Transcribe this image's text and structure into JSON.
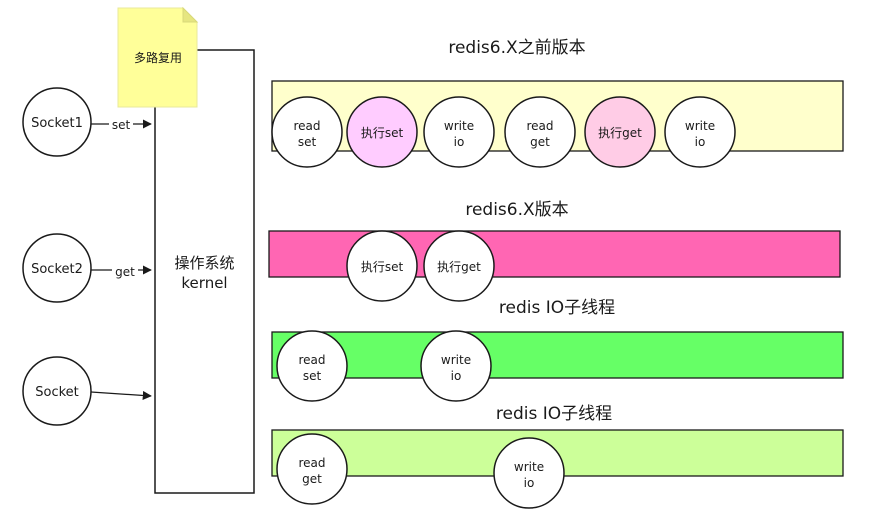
{
  "note": {
    "label": "多路复用"
  },
  "kernel": {
    "line1": "操作系统",
    "line2": "kernel"
  },
  "sockets": [
    {
      "label": "Socket1",
      "arrow_label": "set"
    },
    {
      "label": "Socket2",
      "arrow_label": "get"
    },
    {
      "label": "Socket",
      "arrow_label": ""
    }
  ],
  "rows": [
    {
      "title": "redis6.X之前版本",
      "color": "#ffffcc",
      "nodes": [
        {
          "lines": [
            "read",
            "set"
          ],
          "color": "#ffffff"
        },
        {
          "lines": [
            "执行set"
          ],
          "color": "#ffccff"
        },
        {
          "lines": [
            "write",
            "io"
          ],
          "color": "#ffffff"
        },
        {
          "lines": [
            "read",
            "get"
          ],
          "color": "#ffffff"
        },
        {
          "lines": [
            "执行get"
          ],
          "color": "#ffcce6"
        },
        {
          "lines": [
            "write",
            "io"
          ],
          "color": "#ffffff"
        }
      ]
    },
    {
      "title": "redis6.X版本",
      "color": "#ff66b3",
      "nodes": [
        {
          "lines": [
            "执行set"
          ],
          "color": "#ffffff"
        },
        {
          "lines": [
            "执行get"
          ],
          "color": "#ffffff"
        }
      ]
    },
    {
      "title": "redis IO子线程",
      "color": "#66ff66",
      "nodes": [
        {
          "lines": [
            "read",
            "set"
          ],
          "color": "#ffffff"
        },
        {
          "lines": [
            "write",
            "io"
          ],
          "color": "#ffffff"
        }
      ]
    },
    {
      "title": "redis IO子线程",
      "color": "#ccff99",
      "nodes": [
        {
          "lines": [
            "read",
            "get"
          ],
          "color": "#ffffff"
        },
        {
          "lines": [
            "write",
            "io"
          ],
          "color": "#ffffff"
        }
      ]
    }
  ]
}
